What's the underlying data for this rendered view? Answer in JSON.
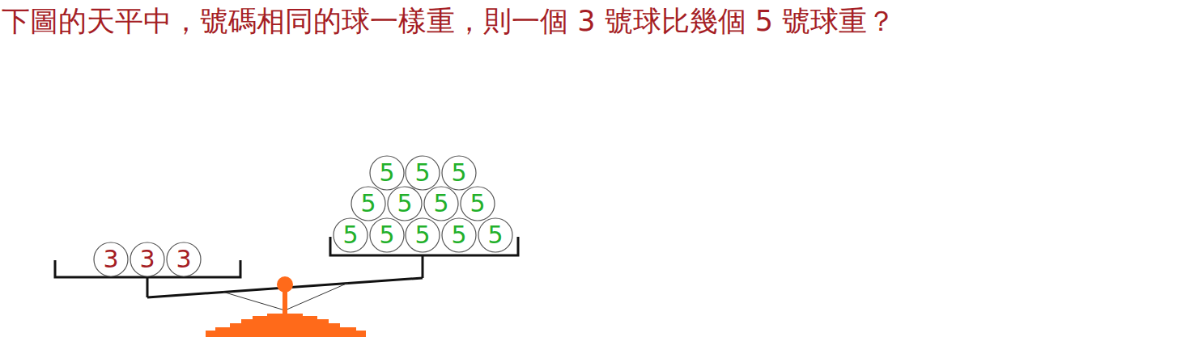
{
  "diagram": {
    "title": "下圖的天平中，號碼相同的球一樣重，則一個 3 號球比幾個 5 號球重？",
    "nodes": [
      {
        "text": [
          "3"
        ]
      },
      {
        "text": [
          "3"
        ]
      },
      {
        "text": [
          "3"
        ]
      },
      {
        "text": [
          "5"
        ]
      },
      {
        "text": [
          "5"
        ]
      },
      {
        "text": [
          "5"
        ]
      },
      {
        "text": [
          "5"
        ]
      },
      {
        "text": [
          "5"
        ]
      },
      {
        "text": [
          "5"
        ]
      },
      {
        "text": [
          "5"
        ]
      },
      {
        "text": [
          "5"
        ]
      },
      {
        "text": [
          "5"
        ]
      },
      {
        "text": [
          "5"
        ]
      },
      {
        "text": [
          "5"
        ]
      },
      {
        "text": [
          "5"
        ]
      }
    ]
  }
}
